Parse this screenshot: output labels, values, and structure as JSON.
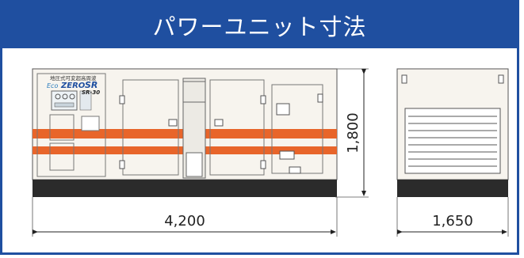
{
  "title": "パワーユニット寸法",
  "unit_label": {
    "caption": "地圧式可変超高周波",
    "eco": "Eco",
    "zero": "ZERO",
    "sr": "SR",
    "model": "SR-30"
  },
  "dimensions": {
    "height": "1,800",
    "length": "4,200",
    "width": "1,650"
  },
  "colors": {
    "header_blue": "#1f4fa0",
    "stripe_orange": "#e8652a",
    "base_dark": "#2b2b2b",
    "body_fill": "#f7f4ee"
  }
}
